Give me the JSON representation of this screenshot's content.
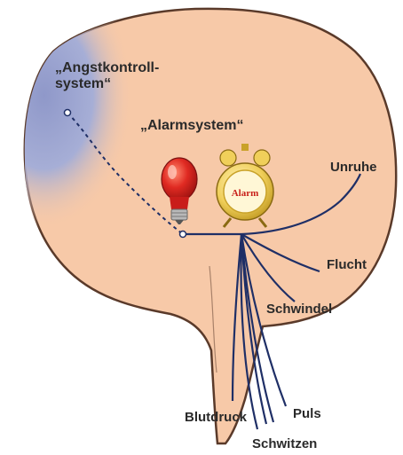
{
  "labels": {
    "angst_line1": "„Angstkontroll-",
    "angst_line2": "system“",
    "alarm": "„Alarmsystem“",
    "clock_text": "Alarm",
    "unruhe": "Unruhe",
    "flucht": "Flucht",
    "schwindel": "Schwindel",
    "puls": "Puls",
    "blutdruck": "Blutdruck",
    "schwitzen": "Schwitzen"
  },
  "colors": {
    "brain_fill": "#f7c9a8",
    "frontal_fill": "#9aa3cf",
    "outline": "#5a3a2a",
    "nerve": "#1f2f66",
    "bulb": "#d8221f",
    "clock": "#e7c64a"
  },
  "icons": {
    "bulb": "light-bulb-icon",
    "clock": "alarm-clock-icon"
  }
}
